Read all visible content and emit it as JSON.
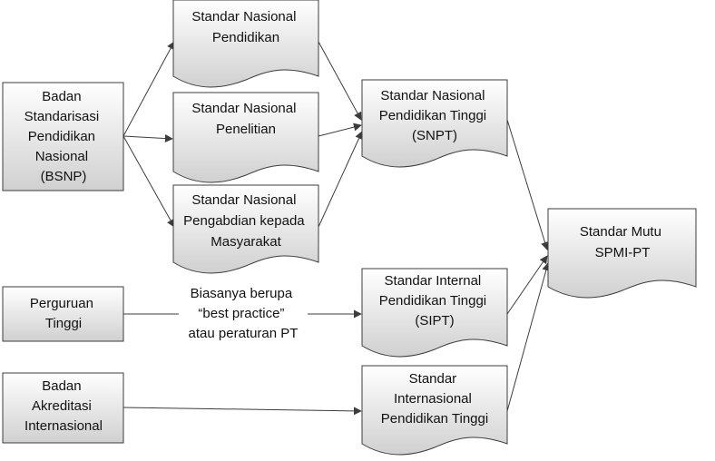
{
  "colors": {
    "box_fill_top": "#ffffff",
    "box_fill_bottom": "#d2d2d2",
    "stroke": "#3c3c3c",
    "text": "#111111"
  },
  "nodes": {
    "bsnp": {
      "lines": [
        "Badan",
        "Standarisasi",
        "Pendidikan",
        "Nasional",
        "(BSNP)"
      ]
    },
    "pt": {
      "lines": [
        "Perguruan",
        "Tinggi"
      ]
    },
    "bai": {
      "lines": [
        "Badan",
        "Akreditasi",
        "Internasional"
      ]
    },
    "snp": {
      "lines": [
        "Standar Nasional",
        "Pendidikan"
      ]
    },
    "snpen": {
      "lines": [
        "Standar Nasional",
        "Penelitian"
      ]
    },
    "snpkm": {
      "lines": [
        "Standar Nasional",
        "Pengabdian kepada",
        "Masyarakat"
      ]
    },
    "snpt": {
      "lines": [
        "Standar Nasional",
        "Pendidikan Tinggi",
        "(SNPT)"
      ]
    },
    "sipt": {
      "lines": [
        "Standar Internal",
        "Pendidikan Tinggi",
        "(SIPT)"
      ]
    },
    "sinpt": {
      "lines": [
        "Standar",
        "Internasional",
        "Pendidikan Tinggi"
      ]
    },
    "spmi": {
      "lines": [
        "Standar Mutu",
        "SPMI-PT"
      ]
    }
  },
  "edge_label": {
    "lines": [
      "Biasanya berupa",
      "“best practice”",
      "atau peraturan PT"
    ]
  }
}
